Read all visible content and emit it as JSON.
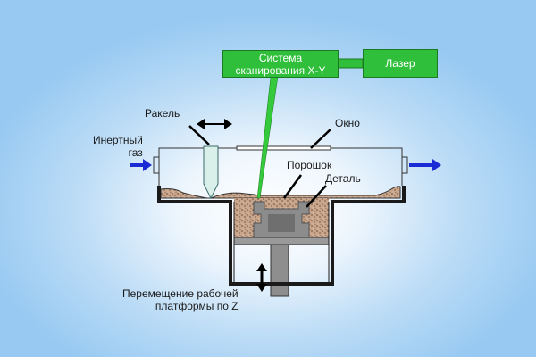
{
  "scanner_box": {
    "line1": "Система",
    "line2": "сканирования X-Y"
  },
  "laser_box": {
    "label": "Лазер"
  },
  "labels": {
    "recoater": "Ракель",
    "window": "Окно",
    "inert_gas_line1": "Инертный",
    "inert_gas_line2": "газ",
    "powder": "Порошок",
    "part": "Деталь",
    "platform_line1": "Перемещение рабочей",
    "platform_line2": "платформы по Z"
  },
  "colors": {
    "box_green": "#2fbf3a",
    "gas_arrow_blue": "#1a2ad4",
    "powder_fill": "#c4a48a",
    "part_gray": "#8c8c8c"
  }
}
